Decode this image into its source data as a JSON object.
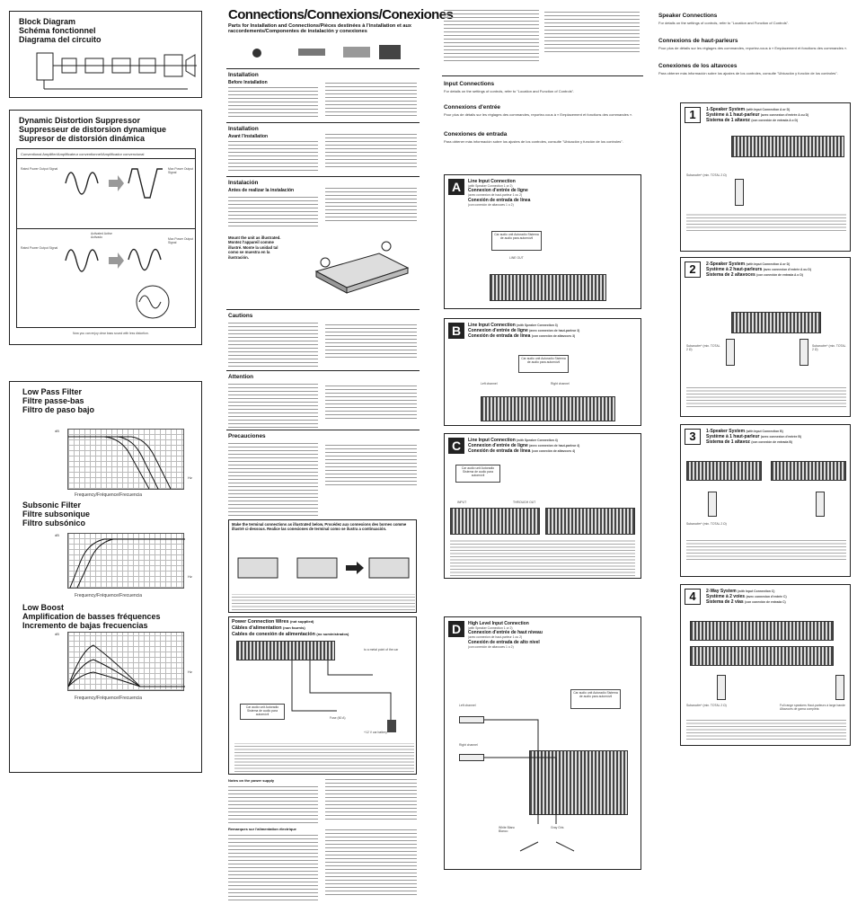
{
  "col1": {
    "block_title": [
      "Block Diagram",
      "Schéma fonctionnel",
      "Diagrama del circuito"
    ],
    "dds_title": [
      "Dynamic Distortion Suppressor",
      "Suppresseur de distorsion dynamique",
      "Supresor de distorsión dinámica"
    ],
    "dds_box_title": "Conventional Amplifier/Amplificateur conventionnel/Amplificador convencional",
    "rated_power": "Rated Power Output Signal",
    "max_power": "Max Power Output Signal",
    "activated": "Activated Active Activado",
    "dds_note": "Now you can enjoy clear bass sound with less distortion.",
    "lpf_title": [
      "Low Pass Filter",
      "Filtre passe-bas",
      "Filtro de paso bajo"
    ],
    "freq_label": "Frequency/Fréquence/Frecuencia",
    "sub_title": [
      "Subsonic Filter",
      "Filtre subsonique",
      "Filtro subsónico"
    ],
    "lb_title": [
      "Low Boost",
      "Amplification de basses fréquences",
      "Incremento de bajas frecuencias"
    ],
    "db": "dB",
    "hz": "Hz"
  },
  "col2": {
    "title": "Connections/Connexions/Conexiones",
    "subtitle": "Parts for Installation and Connections/Pièces destinées à l'installation et aux raccordements/Componentes de instalación y conexiones",
    "install_en": "Installation",
    "install_fr": "Installation",
    "install_es": "Instalación",
    "before_en": "Before Installation",
    "before_fr": "Avant l'installation",
    "before_es": "Antes de realizar la instalación",
    "mount_note": "Mount the unit as illustrated. Montez l'appareil comme illustré. Monte la unidad tal como se muestra en la ilustración.",
    "cautions": "Cautions",
    "attention": "Attention",
    "precauciones": "Precauciones",
    "terminals_note": "Make the terminal connections as illustrated below. Procédez aux connexions des bornes comme illustré ci-dessous. Realice las conexiones de terminal como se ilustra a continuación.",
    "power_title": "Power Connection Wires",
    "power_sub": "(not supplied)",
    "power_fr": "Câbles d'alimentation",
    "power_fr_sub": "(non fournis)",
    "power_es": "Cables de conexión de alimentación",
    "power_es_sub": "(no suministrados)",
    "chassis": "to a metal point of the car",
    "car_audio": "Car audio unit Autoradio Sistema de audio para automóvil",
    "fuse": "Fuse (60 A)",
    "battery": "+12 V car battery",
    "notes_power": "Notes on the power supply",
    "remarques": "Remarques sur l'alimentation électrique"
  },
  "col3": {
    "input_title": "Input Connections",
    "input_text": "For details on the settings of controls, refer to \"Location and Function of Controls\".",
    "entree_title": "Connexions d'entrée",
    "entree_text": "Pour plus de détails sur les réglages des commandes, reportez-vous à « Emplacement et fonctions des commandes ».",
    "conex_title": "Conexiones de entrada",
    "conex_text": "Para obtener más información sobre los ajustes de los controles, consulte \"Ubicación y función de los controles\".",
    "A": {
      "letter": "A",
      "t1": "Line Input Connection",
      "t1s": "(with Speaker Connection 1 or 2)",
      "t2": "Connexion d'entrée de ligne",
      "t2s": "(avec connexion de haut-parleur 1 ou 2)",
      "t3": "Conexión de entrada de línea",
      "t3s": "(con conexión de altavoces 1 o 2)"
    },
    "B": {
      "letter": "B",
      "t1": "Line Input Connection",
      "t1s": "(with Speaker Connection 3)",
      "t2": "Connexion d'entrée de ligne",
      "t2s": "(avec connexion de haut-parleur 3)",
      "t3": "Conexión de entrada de línea",
      "t3s": "(con conexión de altavoces 3)"
    },
    "C": {
      "letter": "C",
      "t1": "Line Input Connection",
      "t1s": "(with Speaker Connection 4)",
      "t2": "Connexion d'entrée de ligne",
      "t2s": "(avec connexion de haut-parleur 4)",
      "t3": "Conexión de entrada de línea",
      "t3s": "(con conexión de altavoces 4)"
    },
    "D": {
      "letter": "D",
      "t1": "High Level Input Connection",
      "t1s": "(with Speaker Connection 1 or 2)",
      "t2": "Connexion d'entrée de haut niveau",
      "t2s": "(avec connexion de haut-parleur 1 ou 2)",
      "t3": "Conexión de entrada de alto nivel",
      "t3s": "(con conexión de altavoces 1 o 2)"
    },
    "line_out": "LINE OUT",
    "input": "INPUT",
    "through_out": "THROUGH OUT",
    "left_channel": "Left channel",
    "right_channel": "Right channel",
    "white": "White Blanc Blanco",
    "gray": "Gray Gris"
  },
  "col4": {
    "spk_title": "Speaker Connections",
    "spk_text": "For details on the settings of controls, refer to \"Location and Function of Controls\".",
    "hp_title": "Connexions de haut-parleurs",
    "hp_text": "Pour plus de détails sur les réglages des commandes, reportez-vous à « Emplacement et fonctions des commandes ».",
    "alt_title": "Conexiones de los altavoces",
    "alt_text": "Para obtener más información sobre los ajustes de los controles, consulte \"Ubicación y función de los controles\".",
    "s1": {
      "num": "1",
      "t1": "1-Speaker System",
      "t1s": "(with Input Connection A or D)",
      "t2": "Système à 1 haut-parleur",
      "t2s": "(avec connexion d'entrée A ou D)",
      "t3": "Sistema de 1 altavoz",
      "t3s": "(con conexión de entrada A o D)"
    },
    "s2": {
      "num": "2",
      "t1": "2-Speaker System",
      "t1s": "(with Input Connection A or D)",
      "t2": "Système à 2 haut-parleurs",
      "t2s": "(avec connexion d'entrée A ou D)",
      "t3": "Sistema de 2 altavoces",
      "t3s": "(con conexión de entrada A o D)"
    },
    "s3": {
      "num": "3",
      "t1": "1-Speaker System",
      "t1s": "(with Input Connection B)",
      "t2": "Système à 1 haut-parleur",
      "t2s": "(avec connexion d'entrée B)",
      "t3": "Sistema de 1 altavoz",
      "t3s": "(con conexión de entrada B)"
    },
    "s4": {
      "num": "4",
      "t1": "2-Way System",
      "t1s": "(with Input Connection C)",
      "t2": "Système à 2 voies",
      "t2s": "(avec connexion d'entrée C)",
      "t3": "Sistema de 2 vías",
      "t3s": "(con conexión de entrada C)"
    },
    "subwoofer": "Subwoofer* (min. TOTAL 2 Ω)",
    "full_range": "Full range speakers Haut-parleurs à large bande Altavoces de gama completa"
  }
}
